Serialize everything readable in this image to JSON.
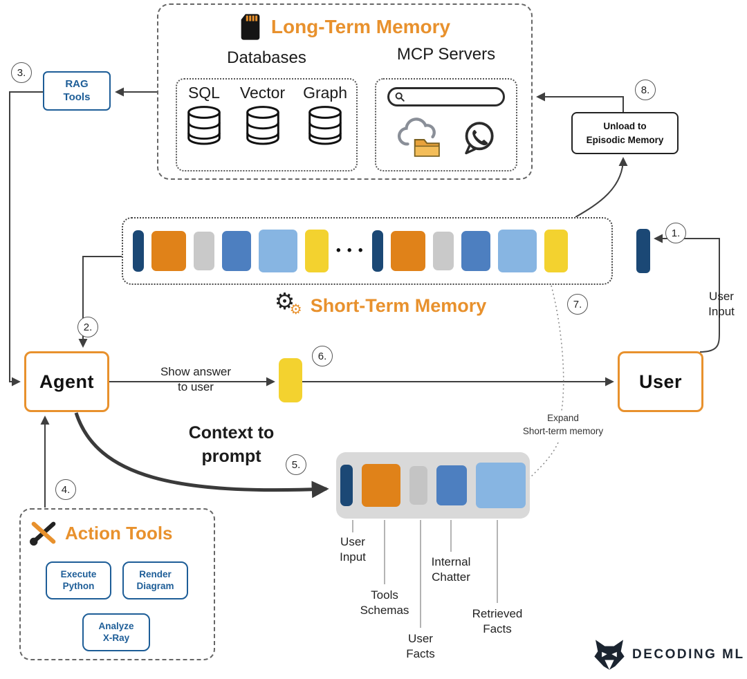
{
  "colors": {
    "orange_accent": "#e8912d",
    "navy_block": "#1b4875",
    "orange_block": "#e08219",
    "gray_block": "#c9c9c9",
    "blue_block": "#4d7fc0",
    "light_blue_block": "#87b5e2",
    "yellow_block": "#f3d22f",
    "blue_border": "#1d5d97",
    "container_gray": "#d9d9d9"
  },
  "steps": {
    "s1": "1.",
    "s2": "2.",
    "s3": "3.",
    "s4": "4.",
    "s5": "5.",
    "s6": "6.",
    "s7": "7.",
    "s8": "8."
  },
  "long_term_memory": {
    "title": "Long-Term Memory",
    "databases_label": "Databases",
    "mcp_label": "MCP Servers",
    "db_types": [
      "SQL",
      "Vector",
      "Graph"
    ]
  },
  "rag_tools": {
    "label": "RAG\nTools"
  },
  "unload_box": {
    "label": "Unload to\nEpisodic Memory"
  },
  "short_term_memory": {
    "title": "Short-Term Memory",
    "ellipsis": "• • •"
  },
  "agent": {
    "label": "Agent"
  },
  "user": {
    "label": "User"
  },
  "labels": {
    "user_input_right": "User\nInput",
    "show_answer": "Show answer\nto user",
    "context_to_prompt": "Context to\nprompt",
    "expand_stm": "Expand\nShort-term memory"
  },
  "context_blocks": {
    "user_input": "User\nInput",
    "tools_schemas": "Tools\nSchemas",
    "user_facts": "User\nFacts",
    "internal_chatter": "Internal\nChatter",
    "retrieved_facts": "Retrieved\nFacts"
  },
  "action_tools": {
    "title": "Action Tools",
    "buttons": [
      "Execute\nPython",
      "Render\nDiagram",
      "Analyze\nX-Ray"
    ]
  },
  "logo": {
    "text": "DECODING ML"
  }
}
